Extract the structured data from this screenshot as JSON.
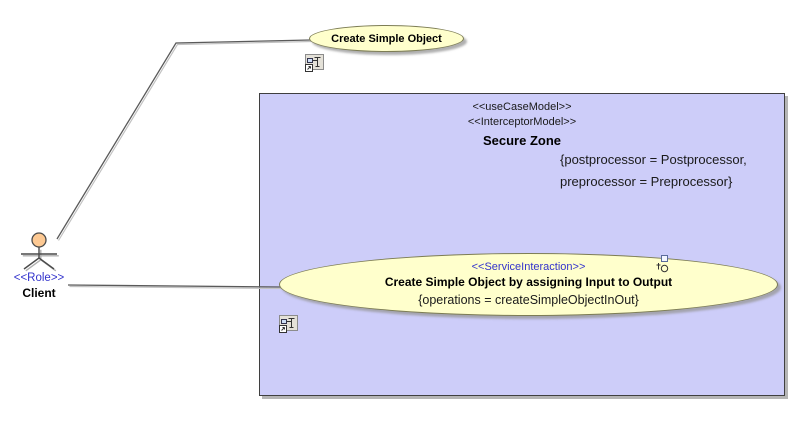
{
  "actor": {
    "stereotype": "<<Role>>",
    "name": "Client"
  },
  "top_usecase": {
    "name": "Create Simple Object"
  },
  "zone": {
    "stereotypes": [
      "<<useCaseModel>>",
      "<<InterceptorModel>>"
    ],
    "name": "Secure Zone",
    "constraints": [
      "{postprocessor = Postprocessor,",
      "preprocessor = Preprocessor}"
    ]
  },
  "service_usecase": {
    "stereotype": "<<ServiceInteraction>>",
    "name": "Create Simple Object by assigning Input to Output",
    "constraint": "{operations = createSimpleObjectInOut}"
  },
  "icons": {
    "top_usecase_icon": "diagram-shortcut-icon",
    "zone_icon": "diagram-shortcut-icon",
    "service_usecase_icon": "element-indicator-icon"
  },
  "colors": {
    "zone_fill": "#cdcdf9",
    "usecase_fill": "#ffffcc",
    "usecase_border": "#7d7d55",
    "stereotype_blue": "#3333cc",
    "actor_head": "#fdc993",
    "line_gray": "#5a5a5a",
    "shadow_gray": "#b5b5b5"
  }
}
